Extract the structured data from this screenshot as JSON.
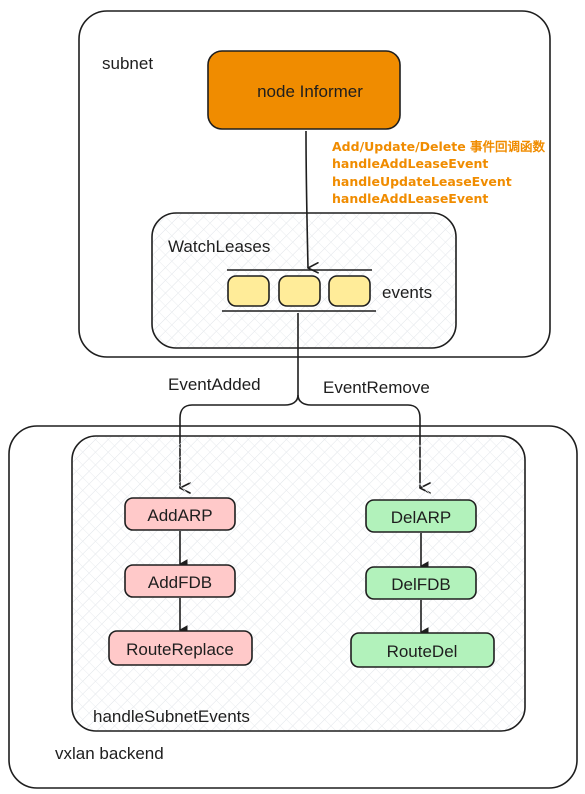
{
  "diagram": {
    "subnet_label": "subnet",
    "node_informer_label": "node Informer",
    "callback_lines": [
      "Add/Update/Delete 事件回调函数",
      "handleAddLeaseEvent",
      "handleUpdateLeaseEvent",
      "handleAddLeaseEvent"
    ],
    "watch_leases_label": "WatchLeases",
    "events_label": "events",
    "event_added_label": "EventAdded",
    "event_remove_label": "EventRemove",
    "add_steps": [
      "AddARP",
      "AddFDB",
      "RouteReplace"
    ],
    "del_steps": [
      "DelARP",
      "DelFDB",
      "RouteDel"
    ],
    "handle_subnet_events_label": "handleSubnetEvents",
    "vxlan_backend_label": "vxlan backend",
    "colors": {
      "informer_fill": "#f08c00",
      "queue_fill": "#ffec99",
      "add_fill": "#ffc9c9",
      "del_fill": "#b2f2bb",
      "note_text": "#f08c00",
      "stroke": "#1e1e1e"
    }
  }
}
